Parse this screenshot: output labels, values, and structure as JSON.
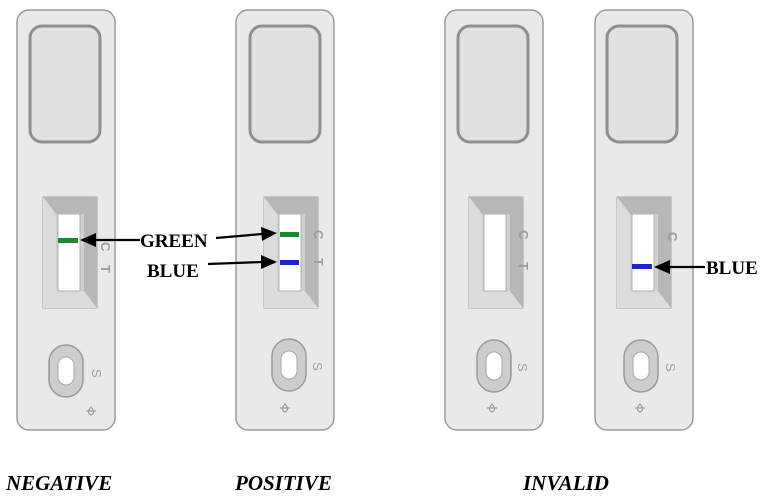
{
  "colors": {
    "control_line": "#1b8a2e",
    "test_line": "#1f25c9",
    "cassette": "#e9e9e9",
    "outline": "#9c9c9c"
  },
  "cassettes": [
    {
      "id": "negative",
      "caption": "NEGATIVE",
      "control_label": "C",
      "test_label": "T",
      "sample_label": "S",
      "control_line": "green",
      "test_line": null
    },
    {
      "id": "positive",
      "caption": "POSITIVE",
      "control_label": "C",
      "test_label": "T",
      "sample_label": "S",
      "control_line": "green",
      "test_line": "blue"
    },
    {
      "id": "invalid-1",
      "caption": "INVALID",
      "control_label": "C",
      "test_label": "T",
      "sample_label": "S",
      "control_line": null,
      "test_line": null
    },
    {
      "id": "invalid-2",
      "caption": "",
      "control_label": "C",
      "test_label": "",
      "sample_label": "S",
      "control_line": null,
      "test_line": "blue"
    }
  ],
  "callouts": {
    "green": "GREEN",
    "blue_left": "BLUE",
    "blue_right": "BLUE"
  },
  "captions": {
    "negative": "NEGATIVE",
    "positive": "POSITIVE",
    "invalid": "INVALID"
  }
}
